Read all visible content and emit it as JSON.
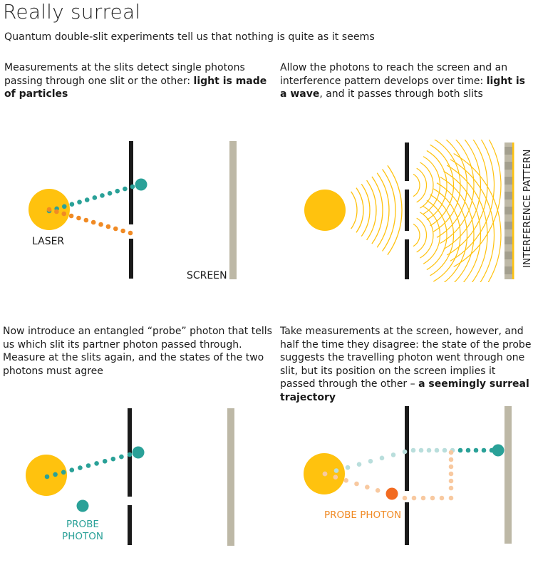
{
  "title": "Really surreal",
  "subtitle": "Quantum double-slit experiments tell us that nothing is quite as it seems",
  "panels": [
    {
      "caption_plain": "Measurements at the slits detect single photons passing through one slit or the other: ",
      "caption_bold": "light is made of particles",
      "caption_tail": ""
    },
    {
      "caption_plain": "Allow the photons to reach the screen and an interference pattern develops over time: ",
      "caption_bold": "light is a wave",
      "caption_tail": ", and it passes through both slits"
    },
    {
      "caption_plain": "Now introduce an entangled “probe” photon that tells us which slit its partner photon passed through. Measure at the slits again, and the states of the two photons must agree",
      "caption_bold": "",
      "caption_tail": ""
    },
    {
      "caption_plain": "Take measurements at the screen, however, and half the time they disagree: the state of the probe suggests the travelling photon went through one slit, but its position on the screen implies it passed through the other – ",
      "caption_bold": "a seemingly surreal trajectory",
      "caption_tail": ""
    }
  ],
  "labels": {
    "laser": "LASER",
    "screen": "SCREEN",
    "interference": "INTERFERENCE PATTERN",
    "probe_line1": "PROBE",
    "probe_line2": "PHOTON",
    "probe_photon": "PROBE PHOTON"
  },
  "colors": {
    "laser": "#FFC20E",
    "photon_teal": "#2AA198",
    "photon_orange": "#F08A24",
    "photon_teal_faint": "#B9DEDC",
    "photon_orange_faint": "#F8C9A0",
    "probe_orange": "#F26B21",
    "barrier": "#1a1a1a",
    "screen": "#BDB8A6",
    "wave": "#FFC20E"
  }
}
